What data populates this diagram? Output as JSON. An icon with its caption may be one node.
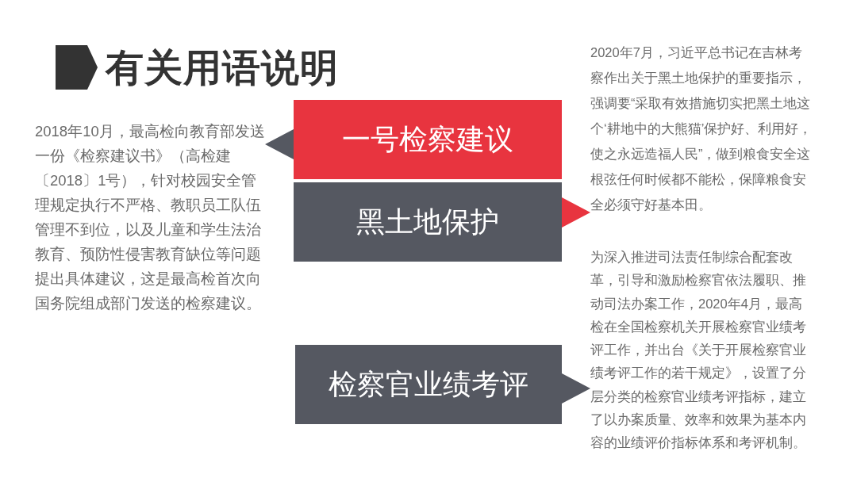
{
  "diagram": {
    "title": "有关用语说明",
    "nodes": [
      {
        "text": [
          "一号检察建议"
        ]
      },
      {
        "text": [
          "黑土地保护"
        ]
      },
      {
        "text": [
          "检察官业绩考评"
        ]
      },
      {
        "text": [
          "2018年10月，最高检向教育部发送一份《检察建议书》（高检建〔2018〕1号），针对校园安全管理规定执行不严格、教职员工队伍管理不到位，以及儿童和学生法治教育、预防性侵害教育缺位等问题提出具体建议，这是最高检首次向国务院组成部门发送的检察建议。"
        ]
      },
      {
        "text": [
          "2020年7月，习近平总书记在吉林考察作出关于黑土地保护的重要指示，强调要“采取有效措施切实把黑土地这个‘耕地中的大熊猫’保护好、利用好，使之永远造福人民”，做到粮食安全这根弦任何时候都不能松，保障粮食安全必须守好基本田。"
        ]
      },
      {
        "text": [
          "为深入推进司法责任制综合配套改革，引导和激励检察官依法履职、推动司法办案工作，2020年4月，最高检在全国检察机关开展检察官业绩考评工作，并出台《关于开展检察官业绩考评工作的若干规定》，设置了分层分类的检察官业绩考评指标，建立了以办案质量、效率和效果为基本内容的业绩评价指标体系和考评机制。"
        ]
      }
    ],
    "edges": [
      {
        "from": 0,
        "to": 3,
        "arrow": "to"
      },
      {
        "from": 1,
        "to": 4,
        "arrow": "to",
        "color": "#e8343f"
      },
      {
        "from": 2,
        "to": 5,
        "arrow": "to"
      }
    ]
  }
}
